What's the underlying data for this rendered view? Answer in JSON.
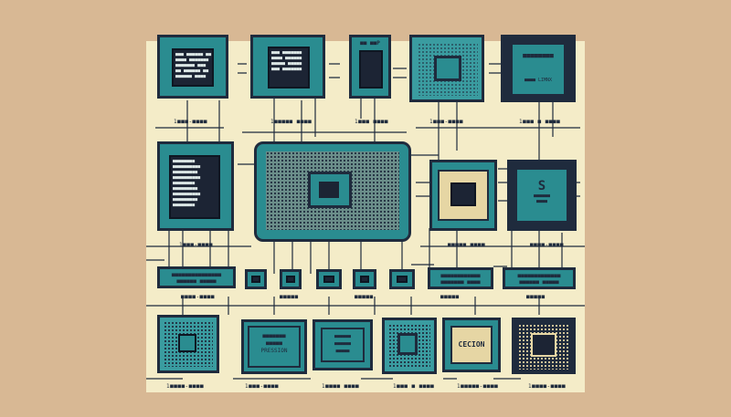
{
  "scene": {
    "palette": {
      "background": "#d8b894",
      "panel": "#f4ecc8",
      "teal": "#2a8c90",
      "navy": "#1f2b3d",
      "tan": "#e6d6a4"
    }
  },
  "top_row": {
    "chip1_lines": [
      "■■■ ■■■■■■ ■■",
      "■■■■ ■■■■■■■",
      "■■■■■■■ ■■■",
      "■■ ■■■■■■ ■■",
      "■■■■■■ ■■■■"
    ],
    "chip2_lines": [
      "■■■ ■■■■■■■",
      "■■■■ ■■■■■■",
      "■■■■■ ■■■■■",
      "■■■ ■■■■■■■"
    ],
    "chip3_label": "■■ ■■P",
    "chip5_label": "■■■■■■■■",
    "chip5_sub": "■■■■ LIMNX",
    "captions": [
      "1■■■-■■■■",
      "1■■■■■ ■■■■",
      "1■■■ ■■■■",
      "1■■■-■■■■",
      "1■■■ ■ ■■■■"
    ]
  },
  "middle_row": {
    "big_chip_lines": [
      "■■■■■■■■",
      "■■■■■■■■■■",
      "■■■■■■■■■",
      "■■■■■■■■■■",
      "■■■■■■■■",
      "■■■■■■■■■",
      "■■■■■■■■■■",
      "■■■■■■■■■",
      "■■■■■■■■"
    ],
    "right_chip_letter": "S",
    "right_chip_sub": "■■■■■■\n■■■■",
    "captions": [
      "1■■■-■■■■",
      "■■■■■ ■■■■",
      "■■■■-■■■■"
    ]
  },
  "strip_row": {
    "left_plate": "■■■■■■■■■■■■■■■\n■■■■■■ ■■■■■",
    "right_plate_a": "■■■■■■■■■■■■\n■■■■■■■ ■■■■",
    "right_plate_b": "■■■■■■■■■■■■■\n■■■■■■ ■■■■■",
    "captions": [
      "■■■■-■■■■",
      "■■■■■",
      "■■■■■",
      "■■■■■",
      "■■■■■"
    ]
  },
  "bottom_row": {
    "tile2_text": "■■■■■■■\n■■■■■\nPRESSION",
    "tile3_text": "■■■■■■\n■■■■■■\n■■■■■",
    "tile5_text": "CECION",
    "captions": [
      "1■■■■-■■■■",
      "1■■■-■■■■",
      "1■■■■ ■■■■",
      "1■■■ ■ ■■■■",
      "1■■■■■-■■■■",
      "1■■■■-■■■■"
    ]
  }
}
